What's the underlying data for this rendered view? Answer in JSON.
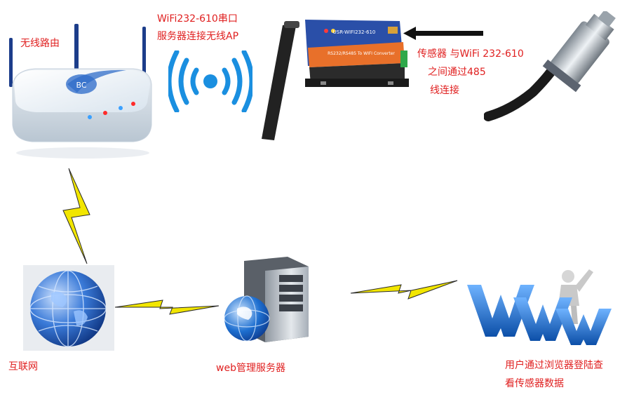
{
  "labels": {
    "router": "无线路由",
    "wifi_title_1": "WiFi232-610串口",
    "wifi_title_2": "服务器连接无线AP",
    "sensor_1": "传感器 与WiFi 232-610",
    "sensor_2": "之间通过485",
    "sensor_3": "线连接",
    "internet": "互联网",
    "web_server": "web管理服务器",
    "user_1": "用户通过浏览器登陆查",
    "user_2": "看传感器数据"
  },
  "colors": {
    "label": "#e02020",
    "bolt": "#f2e600",
    "wifi_signal": "#1a8fe0",
    "device_orange": "#e8702a",
    "device_blue": "#2a4fa8",
    "globe": "#1e5fbf",
    "www_blue": "#1c76d2"
  }
}
